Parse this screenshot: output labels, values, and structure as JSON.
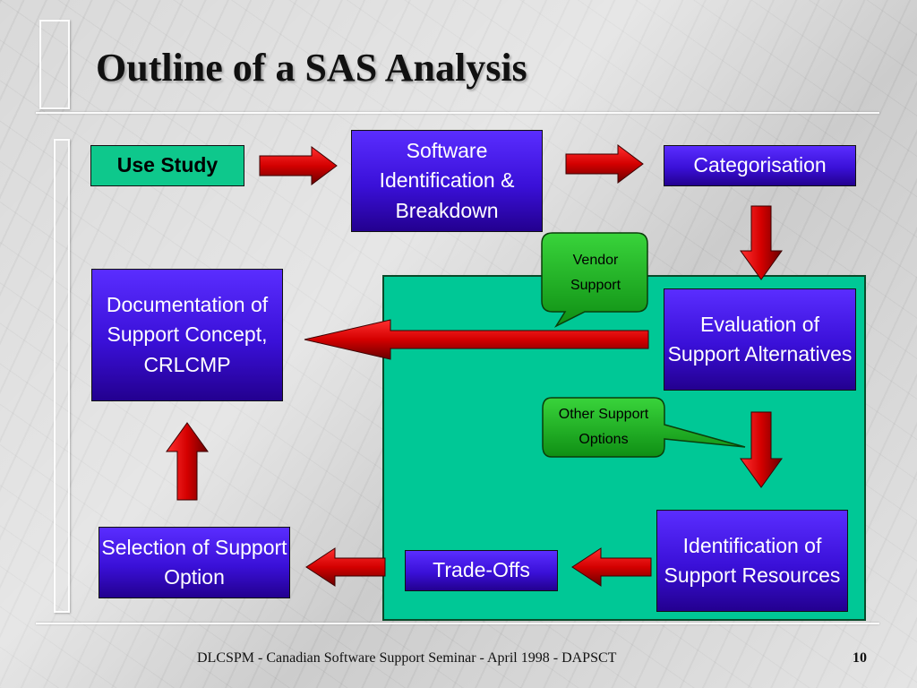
{
  "slide": {
    "title": "Outline of a SAS Analysis",
    "footer": "DLCSPM - Canadian Software Support Seminar - April 1998 - DAPSCT",
    "page_number": "10"
  },
  "boxes": {
    "use_study": "Use Study",
    "software_identification": "Software Identification & Breakdown",
    "categorisation": "Categorisation",
    "documentation": "Documentation of Support Concept, CRLCMP",
    "evaluation": "Evaluation of Support Alternatives",
    "identification_resources": "Identification of Support Resources",
    "trade_offs": "Trade-Offs",
    "selection": "Selection of Support Option"
  },
  "callouts": {
    "vendor_support": "Vendor Support",
    "other_support_options": "Other Support Options"
  },
  "colors": {
    "box_fill": "#3a10d8",
    "use_study_fill": "#0ec88c",
    "panel_fill": "#00c896",
    "callout_fill": "#1aa81a",
    "arrow_red": "#e00000"
  }
}
